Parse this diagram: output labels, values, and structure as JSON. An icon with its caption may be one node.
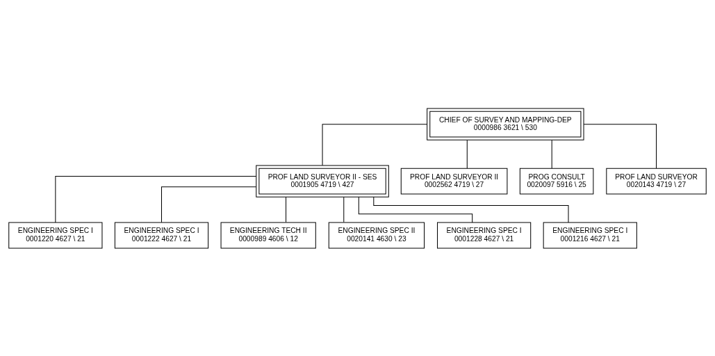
{
  "diagram": {
    "nodes": [
      {
        "text": [
          "CHIEF OF SURVEY AND MAPPING-DEP",
          "0000986 3621 \\ 530"
        ]
      },
      {
        "text": [
          "PROF LAND SURVEYOR II - SES",
          "0001905 4719 \\ 427"
        ]
      },
      {
        "text": [
          "PROF LAND SURVEYOR II",
          "0002562 4719 \\ 27"
        ]
      },
      {
        "text": [
          "PROG CONSULT",
          "0020097 5916 \\ 25"
        ]
      },
      {
        "text": [
          "PROF LAND SURVEYOR",
          "0020143 4719 \\ 27"
        ]
      },
      {
        "text": [
          "ENGINEERING SPEC I",
          "0001220 4627 \\ 21"
        ]
      },
      {
        "text": [
          "ENGINEERING SPEC I",
          "0001222 4627 \\ 21"
        ]
      },
      {
        "text": [
          "ENGINEERING TECH II",
          "0000989 4606 \\ 12"
        ]
      },
      {
        "text": [
          "ENGINEERING SPEC II",
          "0020141 4630 \\ 23"
        ]
      },
      {
        "text": [
          "ENGINEERING SPEC I",
          "0001228 4627 \\ 21"
        ]
      },
      {
        "text": [
          "ENGINEERING SPEC I",
          "0001216 4627 \\ 21"
        ]
      }
    ],
    "edges": [
      {
        "from": 0,
        "to": 1,
        "arrow": "none"
      },
      {
        "from": 0,
        "to": 2,
        "arrow": "none"
      },
      {
        "from": 0,
        "to": 3,
        "arrow": "none"
      },
      {
        "from": 0,
        "to": 4,
        "arrow": "none"
      },
      {
        "from": 1,
        "to": 5,
        "arrow": "none"
      },
      {
        "from": 1,
        "to": 6,
        "arrow": "none"
      },
      {
        "from": 1,
        "to": 7,
        "arrow": "none"
      },
      {
        "from": 1,
        "to": 8,
        "arrow": "none"
      },
      {
        "from": 1,
        "to": 9,
        "arrow": "none"
      },
      {
        "from": 1,
        "to": 10,
        "arrow": "none"
      }
    ]
  }
}
